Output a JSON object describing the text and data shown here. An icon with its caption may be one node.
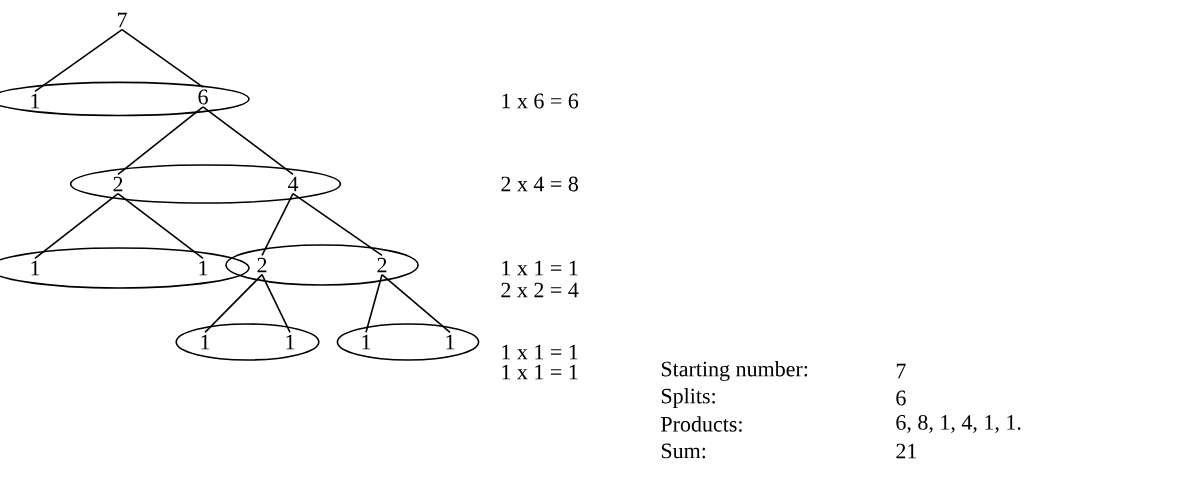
{
  "diagram": {
    "nodes": [
      {
        "text": [
          "7"
        ]
      },
      {
        "text": [],
        "shape": "ellipse"
      },
      {
        "text": [
          "1"
        ],
        "in": 1
      },
      {
        "text": [
          "6"
        ],
        "in": 1
      },
      {
        "text": [],
        "shape": "ellipse"
      },
      {
        "text": [
          "2"
        ],
        "in": 4
      },
      {
        "text": [
          "4"
        ],
        "in": 4
      },
      {
        "text": [],
        "shape": "ellipse"
      },
      {
        "text": [
          "1"
        ],
        "in": 7
      },
      {
        "text": [
          "1"
        ],
        "in": 7
      },
      {
        "text": [],
        "shape": "ellipse"
      },
      {
        "text": [
          "2"
        ],
        "in": 10
      },
      {
        "text": [
          "2"
        ],
        "in": 10
      },
      {
        "text": [],
        "shape": "ellipse"
      },
      {
        "text": [
          "1"
        ],
        "in": 13
      },
      {
        "text": [
          "1"
        ],
        "in": 13
      },
      {
        "text": [],
        "shape": "ellipse"
      },
      {
        "text": [
          "1"
        ],
        "in": 16
      },
      {
        "text": [
          "1"
        ],
        "in": 16
      }
    ],
    "edges": [
      {
        "from": 0,
        "to": 2,
        "arrow": "none"
      },
      {
        "from": 0,
        "to": 3,
        "arrow": "none"
      },
      {
        "from": 3,
        "to": 5,
        "arrow": "none"
      },
      {
        "from": 3,
        "to": 6,
        "arrow": "none"
      },
      {
        "from": 5,
        "to": 8,
        "arrow": "none"
      },
      {
        "from": 5,
        "to": 9,
        "arrow": "none"
      },
      {
        "from": 6,
        "to": 11,
        "arrow": "none"
      },
      {
        "from": 6,
        "to": 12,
        "arrow": "none"
      },
      {
        "from": 11,
        "to": 14,
        "arrow": "none"
      },
      {
        "from": 11,
        "to": 15,
        "arrow": "none"
      },
      {
        "from": 12,
        "to": 17,
        "arrow": "none"
      },
      {
        "from": 12,
        "to": 18,
        "arrow": "none"
      }
    ],
    "labels": [
      "1 x 6 = 6",
      "2 x 4 = 8",
      "1 x 1 = 1",
      "2 x 2 = 4",
      "1 x 1 = 1",
      "1 x 1 = 1",
      "Starting number:",
      "7",
      "Splits:",
      "6",
      "Products:",
      "6, 8, 1, 4, 1, 1.",
      "Sum:",
      "21"
    ]
  }
}
